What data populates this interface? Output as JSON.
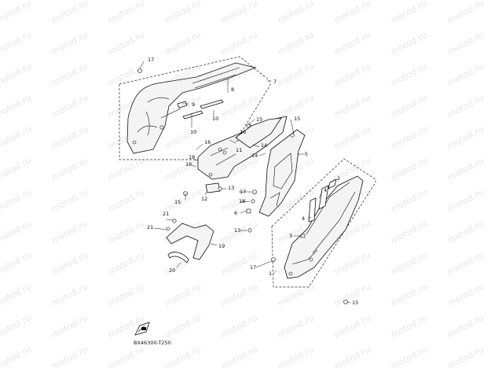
{
  "watermark": "motod.ru",
  "diagram_code": "BX46300-T250",
  "fwd_icon": "front-direction-icon",
  "callouts": {
    "c1": "1",
    "c2": "2",
    "c3": "3",
    "c4a": "4",
    "c4b": "4",
    "c5": "5",
    "c6": "6",
    "c7": "7",
    "c8": "8",
    "c9": "9",
    "c10a": "10",
    "c10b": "10",
    "c11": "11",
    "c12": "12",
    "c13a": "13",
    "c13b": "13",
    "c14a": "14",
    "c14b": "14",
    "c15a": "15",
    "c15b": "15",
    "c15c": "15",
    "c16a": "16",
    "c16b": "16",
    "c17a": "17",
    "c17b": "17",
    "c18a": "18",
    "c18b": "18",
    "c19": "19",
    "c20": "20",
    "c21a": "21",
    "c21b": "21"
  }
}
